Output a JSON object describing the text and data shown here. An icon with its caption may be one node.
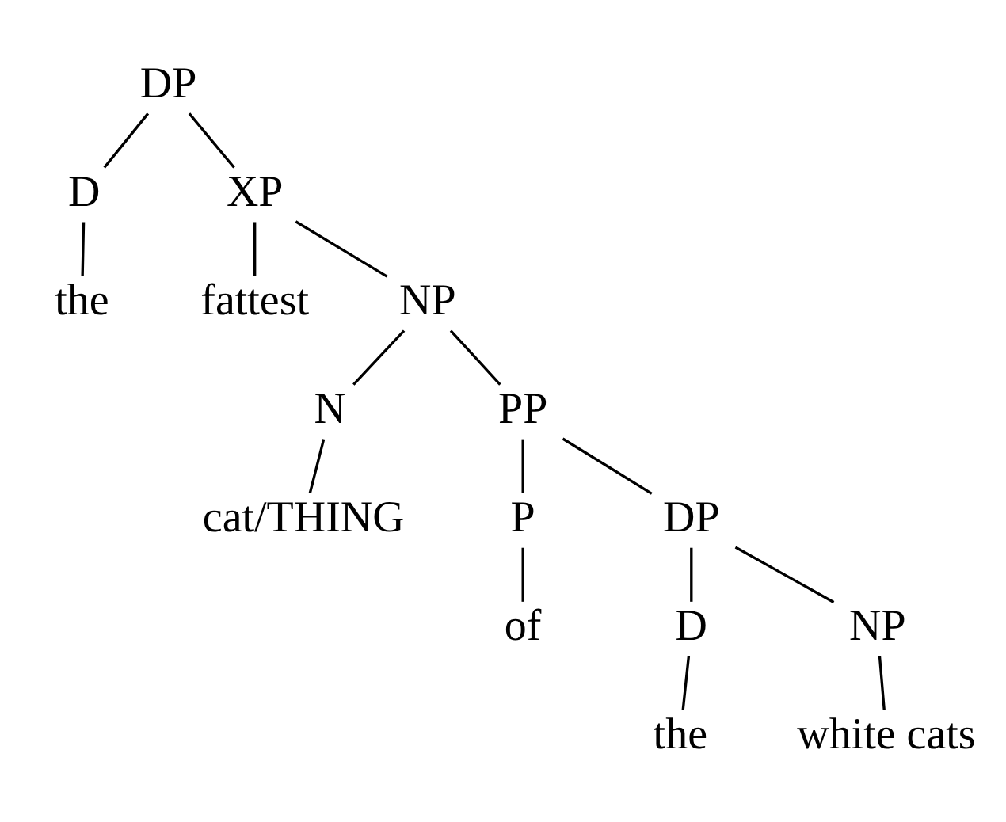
{
  "diagram": {
    "nodes": [
      {
        "text": [
          "DP"
        ]
      },
      {
        "text": [
          "D"
        ]
      },
      {
        "text": [
          "XP"
        ]
      },
      {
        "text": [
          "the"
        ]
      },
      {
        "text": [
          "fattest"
        ]
      },
      {
        "text": [
          "NP"
        ]
      },
      {
        "text": [
          "N"
        ]
      },
      {
        "text": [
          "PP"
        ]
      },
      {
        "text": [
          "cat/THING"
        ]
      },
      {
        "text": [
          "P"
        ]
      },
      {
        "text": [
          "DP"
        ]
      },
      {
        "text": [
          "of"
        ]
      },
      {
        "text": [
          "D"
        ]
      },
      {
        "text": [
          "NP"
        ]
      },
      {
        "text": [
          "the"
        ]
      },
      {
        "text": [
          "white cats"
        ]
      }
    ],
    "edges": [
      {
        "from": 0,
        "to": 1,
        "arrow": "none"
      },
      {
        "from": 0,
        "to": 2,
        "arrow": "none"
      },
      {
        "from": 1,
        "to": 3,
        "arrow": "none"
      },
      {
        "from": 2,
        "to": 4,
        "arrow": "none"
      },
      {
        "from": 2,
        "to": 5,
        "arrow": "none"
      },
      {
        "from": 5,
        "to": 6,
        "arrow": "none"
      },
      {
        "from": 5,
        "to": 7,
        "arrow": "none"
      },
      {
        "from": 6,
        "to": 8,
        "arrow": "none"
      },
      {
        "from": 7,
        "to": 9,
        "arrow": "none"
      },
      {
        "from": 7,
        "to": 10,
        "arrow": "none"
      },
      {
        "from": 9,
        "to": 11,
        "arrow": "none"
      },
      {
        "from": 10,
        "to": 12,
        "arrow": "none"
      },
      {
        "from": 10,
        "to": 13,
        "arrow": "none"
      },
      {
        "from": 12,
        "to": 14,
        "arrow": "none"
      },
      {
        "from": 13,
        "to": 15,
        "arrow": "none"
      }
    ]
  }
}
